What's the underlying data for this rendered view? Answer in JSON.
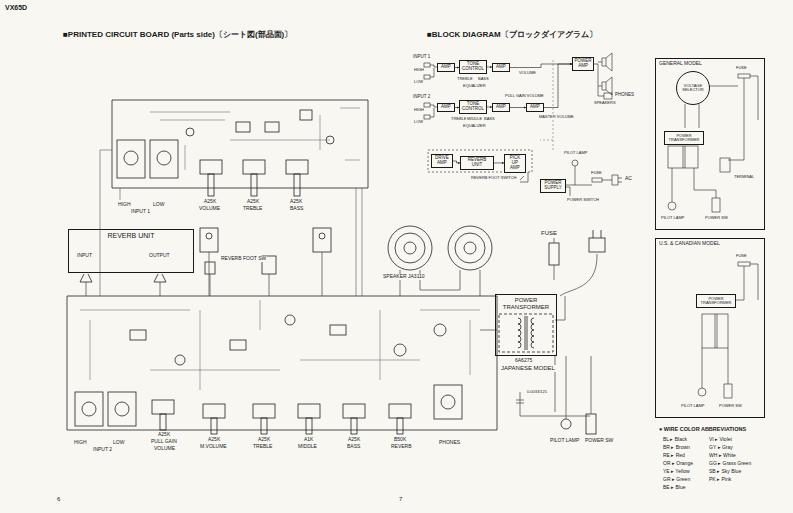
{
  "diagram": {
    "title": "VX65D",
    "nodes": [
      {
        "text": [
          "AMP"
        ]
      },
      {
        "text": [
          "TONE CONTROL"
        ]
      },
      {
        "text": [
          "AMP"
        ]
      },
      {
        "text": [
          "POWER AMP"
        ]
      },
      {
        "text": [
          "AMP"
        ]
      },
      {
        "text": [
          "TONE CONTROL"
        ]
      },
      {
        "text": [
          "AMP"
        ]
      },
      {
        "text": [
          "AMP"
        ]
      },
      {
        "text": [
          "DRIVE AMP"
        ]
      },
      {
        "text": [
          "REVERB UNIT"
        ]
      },
      {
        "text": [
          "PICK UP AMP"
        ]
      },
      {
        "text": [
          "POWER SUPPLY"
        ]
      },
      {
        "text": [
          "GENERAL MODEL"
        ]
      },
      {
        "text": [
          "VOLTAGE SELECTOR"
        ],
        "in": 12
      },
      {
        "text": [
          "POWER TRANSFORMER"
        ],
        "in": 12
      },
      {
        "text": [
          "U.S. & CANADIAN MODEL"
        ]
      },
      {
        "text": [
          "POWER TRANSFORMER"
        ],
        "in": 15
      },
      {
        "text": [
          "REVERB UNIT"
        ]
      },
      {
        "text": [
          "POWER TRANSFORMER"
        ]
      }
    ],
    "edges": [
      {
        "from": 0,
        "to": 1,
        "arrow": "to"
      },
      {
        "from": 1,
        "to": 2,
        "arrow": "to"
      },
      {
        "from": 2,
        "to": 3,
        "arrow": "to"
      },
      {
        "from": 4,
        "to": 5,
        "arrow": "to"
      },
      {
        "from": 5,
        "to": 6,
        "arrow": "to"
      },
      {
        "from": 6,
        "to": 7,
        "arrow": "to"
      },
      {
        "from": 7,
        "to": 3,
        "arrow": "to"
      },
      {
        "from": 8,
        "to": 9,
        "arrow": "to"
      },
      {
        "from": 9,
        "to": 10,
        "arrow": "to"
      }
    ],
    "labels": [
      "■PRINTED CIRCUIT BOARD (Parts side)〔シート図(部品面)〕",
      "■BLOCK DIAGRAM〔ブロックダイアグラム〕",
      "INPUT 1",
      "HIGH",
      "LOW",
      "TREBLE",
      "BASS",
      "EQUALIZER",
      "VOLUME",
      "SPEAKERS",
      "INPUT 2",
      "HIGH",
      "LOW",
      "TREBLE",
      "MIDDLE",
      "BASS",
      "EQUALIZER",
      "PULL GAIN VOLUME",
      "MASTER VOLUME",
      "PHONES",
      "REVERB FOOT SWITCH",
      "PILOT LAMP",
      "FUSE",
      "AC",
      "POWER SWITCH",
      "HIGH",
      "LOW",
      "INPUT 1",
      "A25K",
      "VOLUME",
      "A25K",
      "TREBLE",
      "A25K",
      "BASS",
      "INPUT",
      "OUTPUT",
      "REVERB FOOT SW",
      "SPEAKER JA3110",
      "FUSE",
      "6A6275",
      "JAPANESE MODEL",
      "0.0033/125",
      "PILOT LAMP",
      "POWER SW",
      "HIGH",
      "LOW",
      "INPUT 2",
      "A25K",
      "PULL GAIN",
      "VOLUME",
      "A25K",
      "M.VOLUME",
      "A25K",
      "TREBLE",
      "A1K",
      "MIDDLE",
      "A25K",
      "BASS",
      "B50K",
      "REVERB",
      "PHONES",
      "6",
      "7",
      "FUSE",
      "TERMINAL",
      "PILOT LAMP",
      "POWER SW",
      "FUSE",
      "PILOT LAMP",
      "POWER SW",
      "● WIRE COLOR ABBREVIATIONS",
      "BL ▸ Black",
      "BR ▸ Brown",
      "RE ▸ Red",
      "OR ▸ Orange",
      "YE ▸ Yellow",
      "GR ▸ Green",
      "BE ▸ Blue",
      "VI ▸ Violet",
      "GY ▸ Gray",
      "WH ▸ White",
      "GG ▸ Grass Green",
      "SB ▸ Sky Blue",
      "PK ▸ Pink"
    ]
  }
}
